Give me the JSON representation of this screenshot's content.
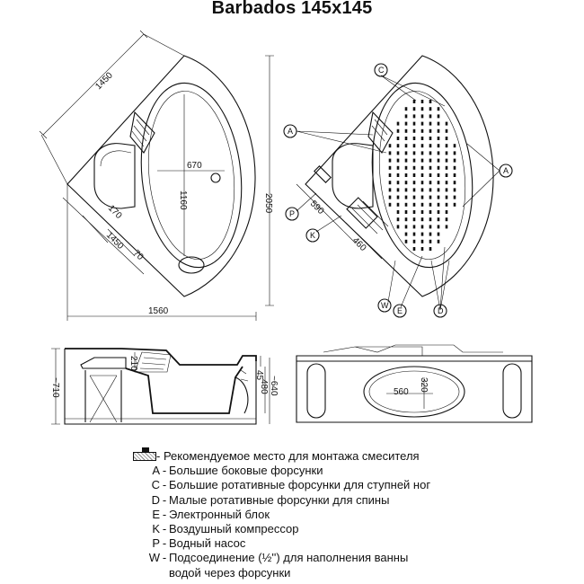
{
  "title": "Barbados 145x145",
  "dims": {
    "side_length": "1450",
    "diagonal": "2050",
    "total_width": "1560",
    "basin_width": "670",
    "basin_length": "1160",
    "seat_depth": "170",
    "corner_length": "1450",
    "rim_width": "70",
    "panel_length": "590",
    "pump_length": "460",
    "total_height": "~710",
    "seat_height": "210",
    "rim_height": "45",
    "basin_depth": "480",
    "skirt_height": "~640",
    "oval_width": "560",
    "oval_height": "320"
  },
  "callouts": {
    "A": "A",
    "C": "C",
    "D": "D",
    "E": "E",
    "K": "K",
    "P": "P",
    "W": "W"
  },
  "legend": {
    "mixer": "- Рекомендуемое место для монтажа смесителя",
    "items": [
      {
        "key": "A",
        "text": "Большие боковые форсунки"
      },
      {
        "key": "C",
        "text": "Большие ротативные форсунки для ступней ног"
      },
      {
        "key": "D",
        "text": "Малые ротативные форсунки для спины"
      },
      {
        "key": "E",
        "text": "Электронный блок"
      },
      {
        "key": "K",
        "text": "Воздушный компрессор"
      },
      {
        "key": "P",
        "text": "Водный насос"
      },
      {
        "key": "W",
        "text": "Подсоединение (½'') для наполнения ванны"
      }
    ],
    "w_continuation": "водой через форсунки"
  }
}
